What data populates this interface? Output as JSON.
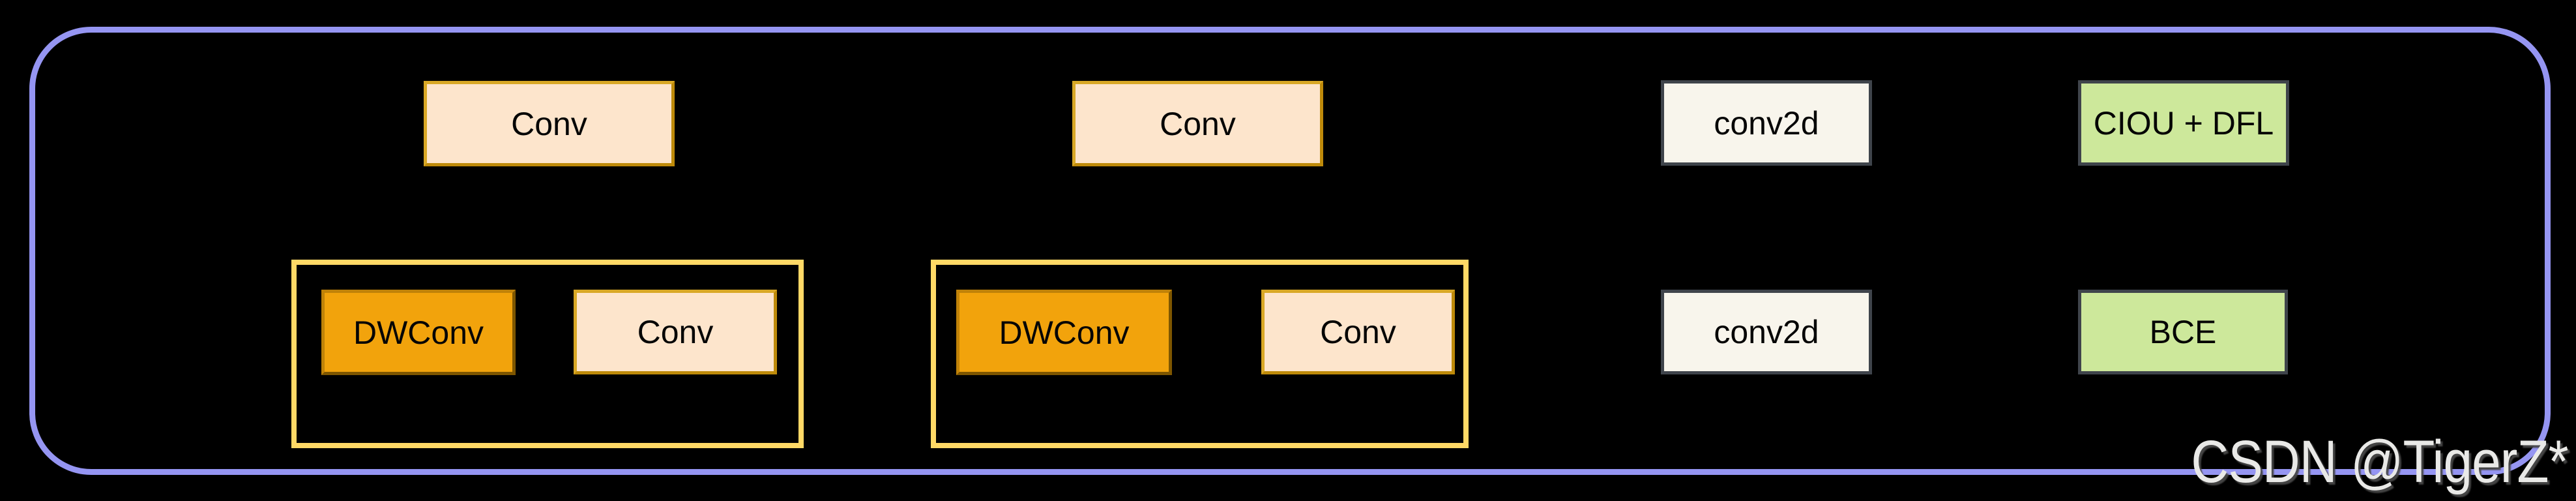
{
  "colors": {
    "background": "#000000",
    "outer_border": "#9595F2",
    "group_border": "#FFD966",
    "peach_fill": "#FDE5CC",
    "peach_border": "#D9A826",
    "orange_fill": "#F2A30C",
    "orange_border": "#C08208",
    "cream_fill": "#F8F5EC",
    "cream_border": "#3F444B",
    "green_fill": "#CDE89B",
    "green_border": "#3F444B",
    "label_text": "#000000",
    "watermark_text": "#E9E9E7"
  },
  "top_row": [
    {
      "label": "Conv"
    },
    {
      "label": "Conv"
    },
    {
      "label": "conv2d"
    },
    {
      "label": "CIOU + DFL"
    }
  ],
  "bottom_row": {
    "group1": {
      "children": [
        {
          "label": "DWConv"
        },
        {
          "label": "Conv"
        }
      ]
    },
    "group2": {
      "children": [
        {
          "label": "DWConv"
        },
        {
          "label": "Conv"
        }
      ]
    },
    "boxes": [
      {
        "label": "conv2d"
      },
      {
        "label": "BCE"
      }
    ]
  },
  "watermark": {
    "text": "CSDN @TigerZ*"
  }
}
